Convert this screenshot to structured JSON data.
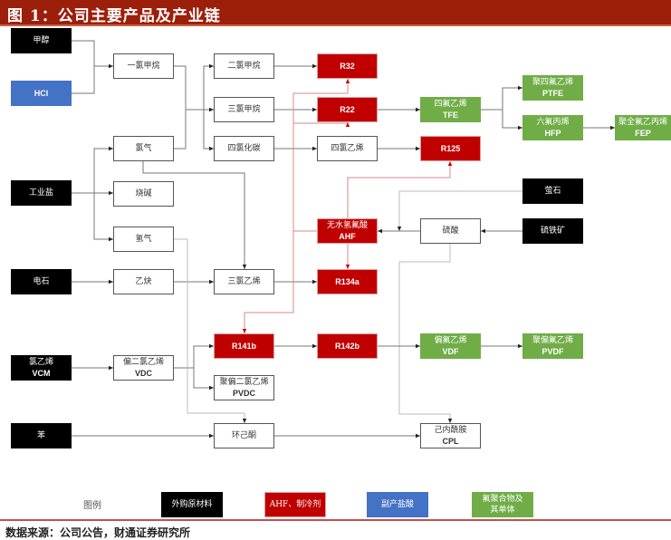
{
  "header": {
    "title": "图 1：公司主要产品及产业链"
  },
  "colors": {
    "raw": "#000000",
    "refrigerant": "#c00000",
    "hcl": "#4472c4",
    "fluoropolymer": "#70ad47",
    "intermediate": "#ffffff",
    "header": "#9c1f0b"
  },
  "nodes": {
    "methanol": {
      "cn": "甲醇",
      "en": ""
    },
    "hcl": {
      "cn": "",
      "en": "HCl"
    },
    "industrial_salt": {
      "cn": "工业盐",
      "en": ""
    },
    "calcium_carbide": {
      "cn": "电石",
      "en": ""
    },
    "vcm": {
      "cn": "氯乙烯",
      "en": "VCM"
    },
    "benzene": {
      "cn": "苯",
      "en": ""
    },
    "monochloromethane": {
      "cn": "一氯甲烷",
      "en": ""
    },
    "chlorine": {
      "cn": "氯气",
      "en": ""
    },
    "caustic_soda": {
      "cn": "烧碱",
      "en": ""
    },
    "hydrogen": {
      "cn": "氢气",
      "en": ""
    },
    "acetylene": {
      "cn": "乙炔",
      "en": ""
    },
    "vdc": {
      "cn": "偏二氯乙烯",
      "en": "VDC"
    },
    "dichloromethane": {
      "cn": "二氯甲烷",
      "en": ""
    },
    "trichloromethane": {
      "cn": "三氯甲烷",
      "en": ""
    },
    "carbon_tetrachloride": {
      "cn": "四氯化碳",
      "en": ""
    },
    "trichloroethylene": {
      "cn": "三氯乙烯",
      "en": ""
    },
    "r141b": {
      "cn": "",
      "en": "R141b"
    },
    "pvdc": {
      "cn": "聚偏二氯乙烯",
      "en": "PVDC"
    },
    "cyclohexanone": {
      "cn": "环己酮",
      "en": ""
    },
    "r32": {
      "cn": "",
      "en": "R32"
    },
    "r22": {
      "cn": "",
      "en": "R22"
    },
    "tetrachloroethylene": {
      "cn": "四氯乙烯",
      "en": ""
    },
    "ahf": {
      "cn": "无水氢氟酸",
      "en": "AHF"
    },
    "r134a": {
      "cn": "",
      "en": "R134a"
    },
    "r142b": {
      "cn": "",
      "en": "R142b"
    },
    "tfe": {
      "cn": "四氟乙烯",
      "en": "TFE"
    },
    "r125": {
      "cn": "",
      "en": "R125"
    },
    "sulfuric_acid": {
      "cn": "硫酸",
      "en": ""
    },
    "vdf": {
      "cn": "偏氟乙烯",
      "en": "VDF"
    },
    "cpl": {
      "cn": "己内酰胺",
      "en": "CPL"
    },
    "ptfe": {
      "cn": "聚四氟乙烯",
      "en": "PTFE"
    },
    "hfp": {
      "cn": "六氟丙烯",
      "en": "HFP"
    },
    "fluorite": {
      "cn": "萤石",
      "en": ""
    },
    "pyrite": {
      "cn": "硫铁矿",
      "en": ""
    },
    "pvdf": {
      "cn": "聚偏氟乙烯",
      "en": "PVDF"
    },
    "fep": {
      "cn": "聚全氟乙丙烯",
      "en": "FEP"
    }
  },
  "edges": [
    [
      "methanol",
      "monochloromethane"
    ],
    [
      "hcl",
      "monochloromethane"
    ],
    [
      "monochloromethane",
      "dichloromethane"
    ],
    [
      "monochloromethane",
      "trichloromethane"
    ],
    [
      "monochloromethane",
      "carbon_tetrachloride"
    ],
    [
      "chlorine",
      "dichloromethane"
    ],
    [
      "chlorine",
      "trichloromethane"
    ],
    [
      "chlorine",
      "carbon_tetrachloride"
    ],
    [
      "industrial_salt",
      "chlorine"
    ],
    [
      "industrial_salt",
      "caustic_soda"
    ],
    [
      "industrial_salt",
      "hydrogen"
    ],
    [
      "dichloromethane",
      "r32"
    ],
    [
      "trichloromethane",
      "r22"
    ],
    [
      "carbon_tetrachloride",
      "tetrachloroethylene"
    ],
    [
      "tetrachloroethylene",
      "r125"
    ],
    [
      "r22",
      "tfe"
    ],
    [
      "tfe",
      "ptfe"
    ],
    [
      "tfe",
      "hfp"
    ],
    [
      "hfp",
      "fep"
    ],
    [
      "chlorine",
      "trichloroethylene"
    ],
    [
      "calcium_carbide",
      "acetylene"
    ],
    [
      "acetylene",
      "trichloroethylene"
    ],
    [
      "trichloroethylene",
      "r134a"
    ],
    [
      "ahf",
      "r32"
    ],
    [
      "ahf",
      "r22"
    ],
    [
      "ahf",
      "r125"
    ],
    [
      "ahf",
      "r134a"
    ],
    [
      "ahf",
      "r141b"
    ],
    [
      "fluorite",
      "ahf"
    ],
    [
      "pyrite",
      "sulfuric_acid"
    ],
    [
      "sulfuric_acid",
      "ahf"
    ],
    [
      "sulfuric_acid",
      "cpl"
    ],
    [
      "vcm",
      "vdc"
    ],
    [
      "vdc",
      "r141b"
    ],
    [
      "vdc",
      "pvdc"
    ],
    [
      "r141b",
      "r142b"
    ],
    [
      "r142b",
      "vdf"
    ],
    [
      "vdf",
      "pvdf"
    ],
    [
      "hydrogen",
      "cyclohexanone"
    ],
    [
      "benzene",
      "cyclohexanone"
    ],
    [
      "cyclohexanone",
      "cpl"
    ]
  ],
  "legend": {
    "label": "图例",
    "items": [
      {
        "key": "raw",
        "text": "外购原材料"
      },
      {
        "key": "refrigerant",
        "text": "AHF、制冷剂"
      },
      {
        "key": "hcl",
        "text": "副产盐酸"
      },
      {
        "key": "fluoropolymer",
        "text": "氟聚合物及\n其单体"
      }
    ]
  },
  "footer": {
    "source": "数据来源：公司公告，财通证券研究所"
  }
}
